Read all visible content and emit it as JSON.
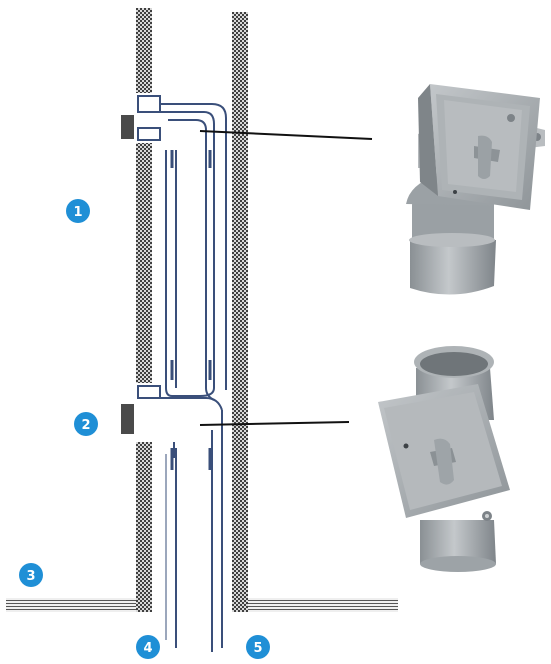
{
  "callouts": {
    "c1": "1",
    "c2": "2",
    "c3": "3",
    "c4": "4",
    "c5": "5"
  },
  "colors": {
    "callout_fill": "#1f8fd6",
    "wall_dark": "#4a4a4a",
    "pipe_line": "#3a4f7a",
    "fitting_grey": "#a9aeb2",
    "fitting_dark": "#7d8388",
    "leader_line": "#111111"
  }
}
